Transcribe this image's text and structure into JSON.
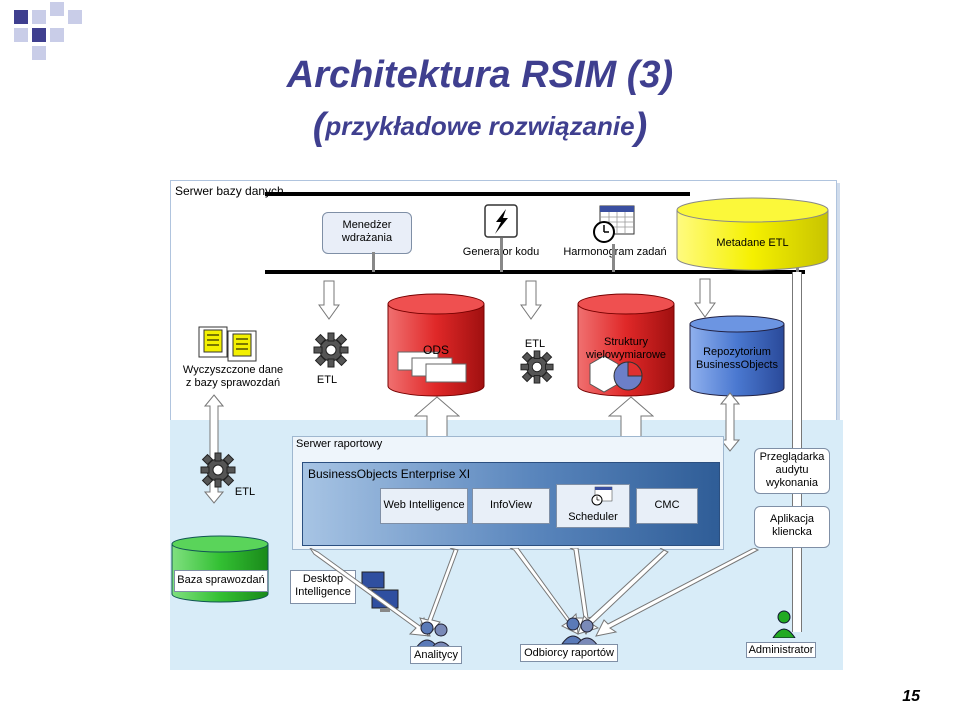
{
  "title": {
    "main": "Architektura RSIM (3)",
    "open_paren": "(",
    "sub": "przykładowe rozwiązanie",
    "close_paren": ")"
  },
  "top_panel": {
    "label": "Serwer bazy danych",
    "deploy_manager": "Menedżer\nwdrażania",
    "code_generator": "Generator kodu",
    "task_scheduler": "Harmonogram zadań",
    "etl_metadata": "Metadane ETL",
    "cleaned_data": "Wyczyszczone dane\nz bazy sprawozdań",
    "etl_1": "ETL",
    "ods": "ODS",
    "etl_2": "ETL",
    "multidim": "Struktury\nwielowymiarowe",
    "bo_repository": "Repozytorium\nBusinessObjects"
  },
  "bottom_panel": {
    "etl_3": "ETL",
    "report_server": "Serwer raportowy",
    "bo_enterprise": "BusinessObjects Enterprise XI",
    "web_intelligence": "Web Intelligence",
    "infoview": "InfoView",
    "scheduler": "Scheduler",
    "cmc": "CMC",
    "audit_browser": "Przeglądarka\naudytu\nwykonania",
    "client_app": "Aplikacja\nkliencka",
    "report_db": "Baza sprawozdań",
    "desktop_intelligence": "Desktop\nIntelligence",
    "analysts": "Analitycy",
    "report_recipients": "Odbiorcy raportów",
    "administrator": "Administrator"
  },
  "page_number": "15",
  "colors": {
    "title": "#3f3f8f",
    "red_cylinder": "#e0302a",
    "yellow_cylinder": "#f0f000",
    "green_cylinder": "#33cc33",
    "blue_cylinder": "#3f6fc6",
    "bottom_bg": "#d8ecf8"
  },
  "icons": [
    "gear-icon",
    "lightning-icon",
    "calendar-clock-icon",
    "document-icon",
    "monitor-icon",
    "users-icon",
    "user-icon",
    "pie-cube-icon"
  ]
}
